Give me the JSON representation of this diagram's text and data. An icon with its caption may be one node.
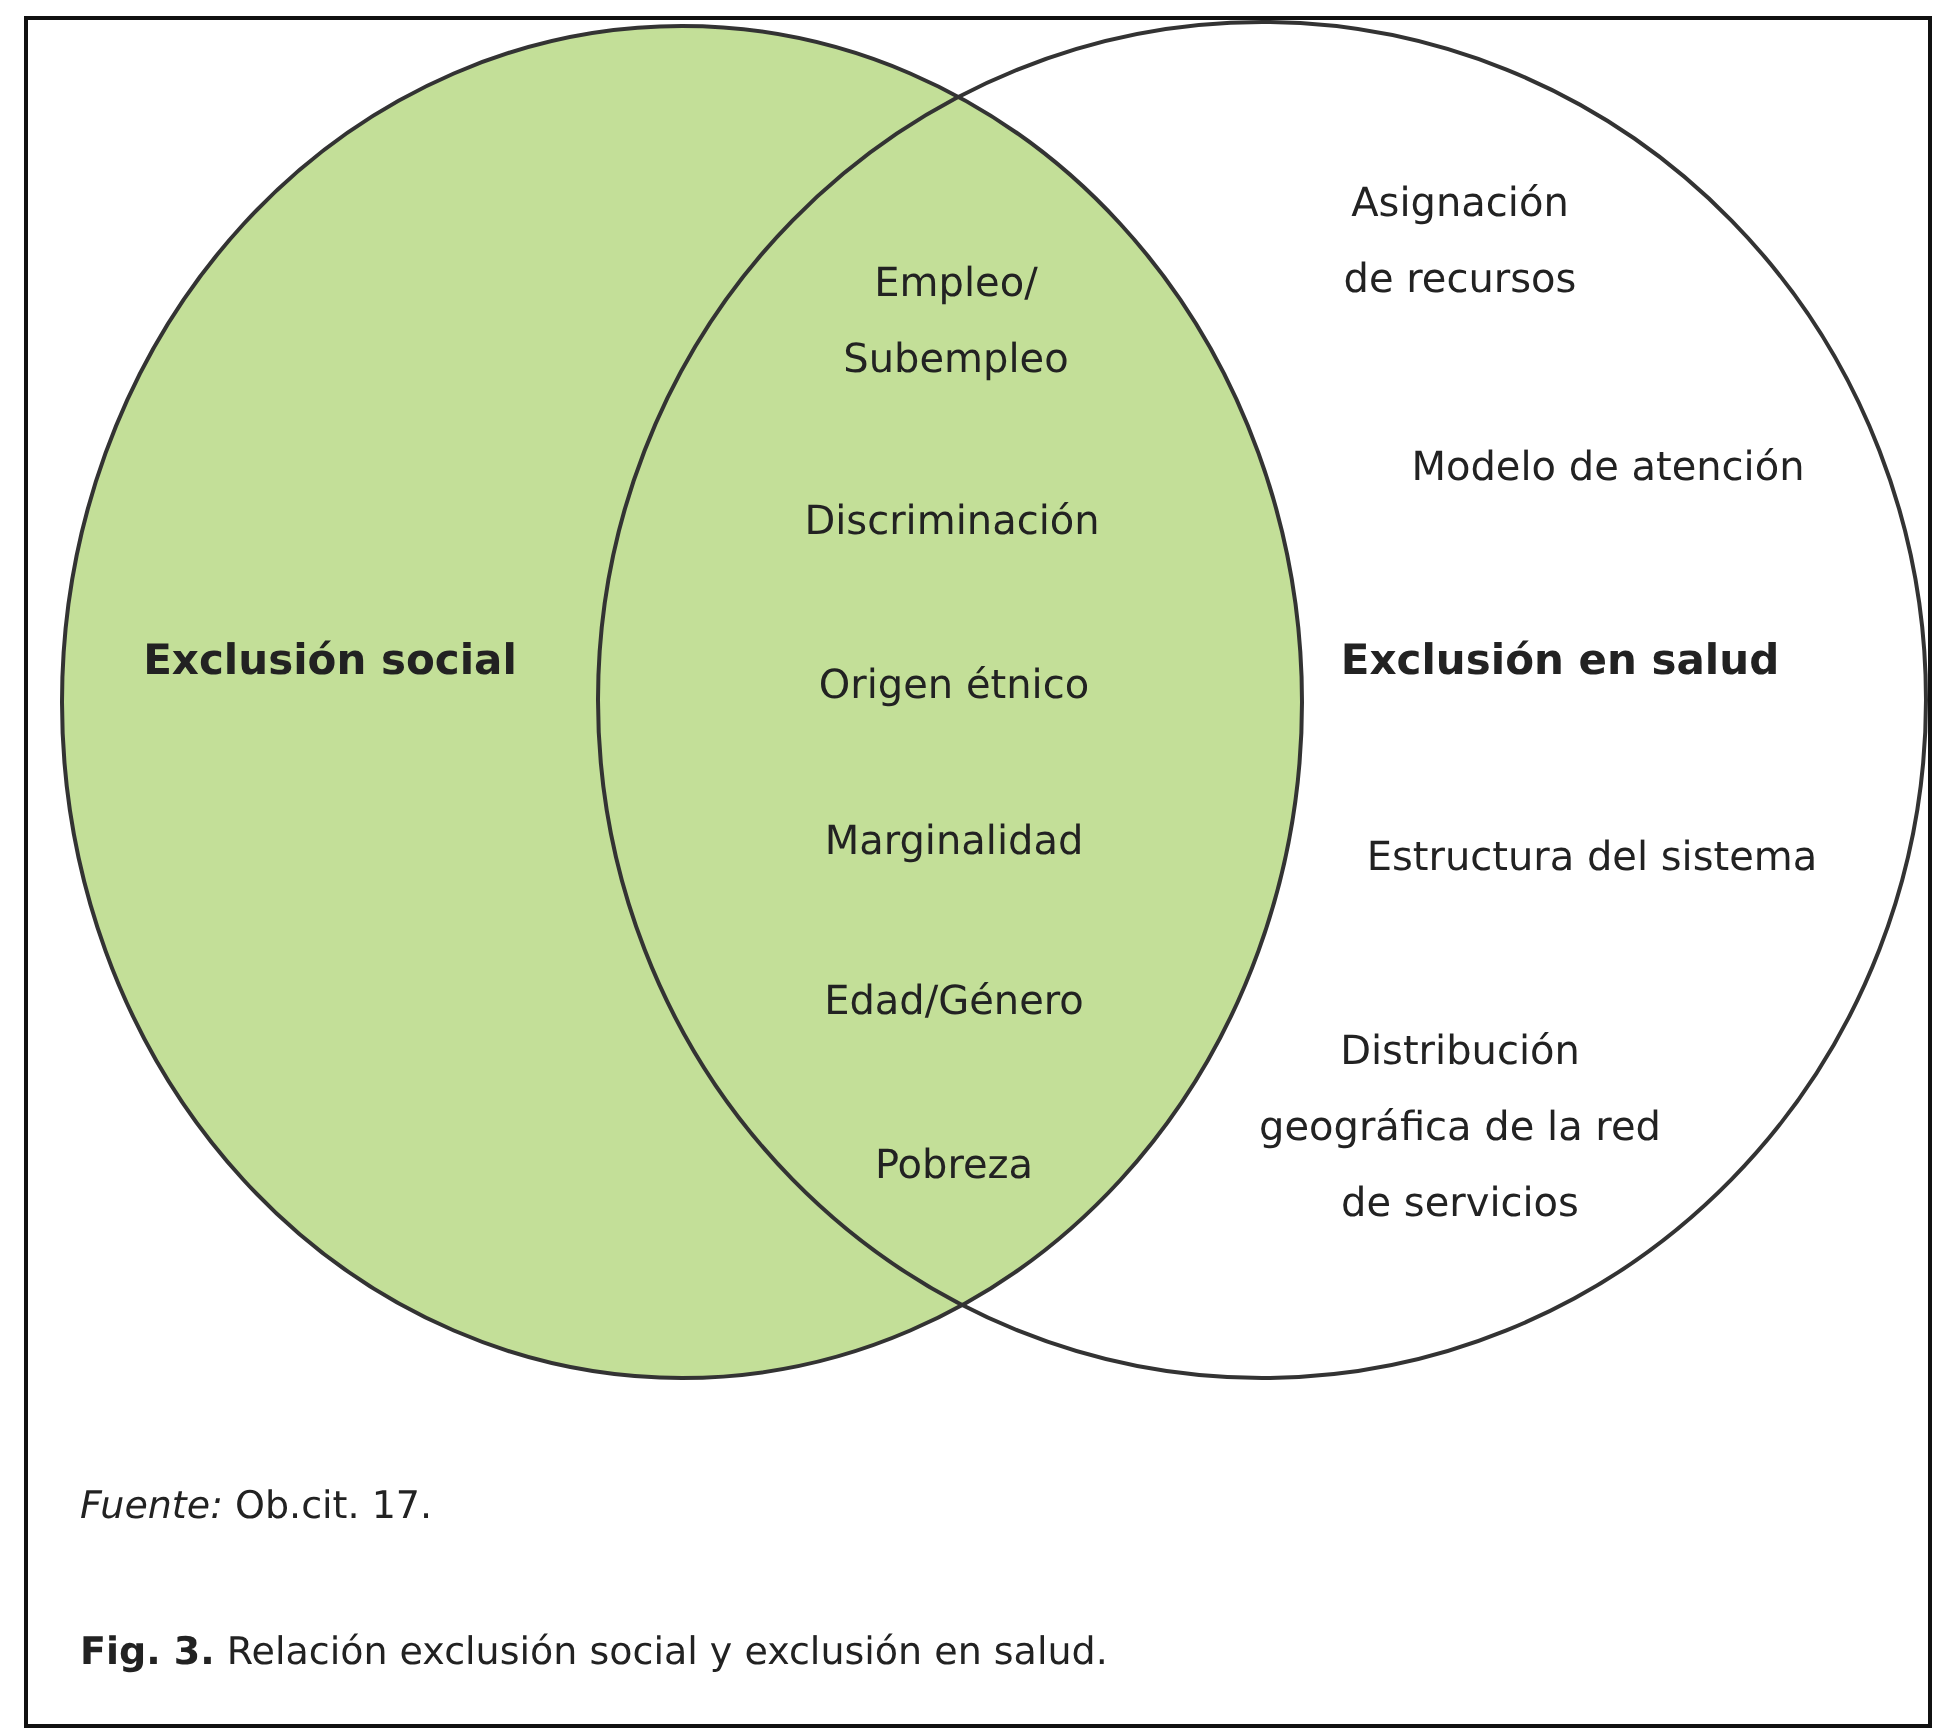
{
  "diagram": {
    "caption": "**Fig. 3.** Relación exclusión social y exclusión en salud.",
    "nodes": [
      {
        "text": [
          "Exclusión social"
        ]
      },
      {
        "text": [
          "Exclusión en salud"
        ]
      }
    ],
    "labels": [
      "Asignación de recursos",
      "Empleo/ Subempleo",
      "Modelo de atención",
      "Discriminación",
      "Origen étnico",
      "Estructura del sistema",
      "Marginalidad",
      "Edad/Género",
      "Distribución geográfica de la red de servicios",
      "Pobreza",
      "*Fuente:* Ob.cit. 17."
    ]
  }
}
